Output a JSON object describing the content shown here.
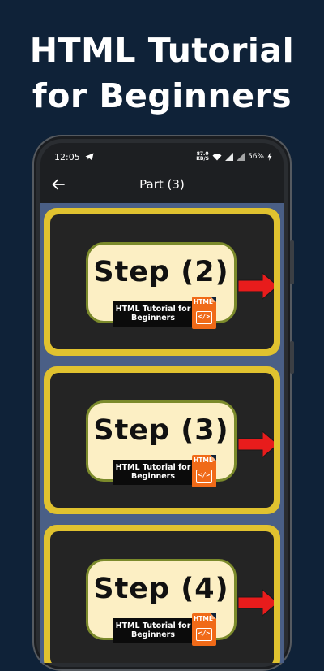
{
  "headline": {
    "line1": "HTML Tutorial",
    "line2": "for Beginners"
  },
  "status_bar": {
    "time": "12:05",
    "net_speed_value": "87.0",
    "net_speed_unit": "KB/S",
    "battery": "56%",
    "icons": [
      "telegram-icon",
      "wifi-icon",
      "signal-icon",
      "battery-icon",
      "charging-icon"
    ]
  },
  "app_bar": {
    "title": "Part (3)",
    "back_icon": "arrow-left-icon"
  },
  "cards": [
    {
      "step_label": "Step (2)",
      "caption": "HTML Tutorial for Beginners",
      "badge": "HTML",
      "code_glyph": "</>"
    },
    {
      "step_label": "Step (3)",
      "caption": "HTML Tutorial for Beginners",
      "badge": "HTML",
      "code_glyph": "</>"
    },
    {
      "step_label": "Step (4)",
      "caption": "HTML Tutorial for Beginners",
      "badge": "HTML",
      "code_glyph": "</>"
    }
  ],
  "colors": {
    "background": "#0f2238",
    "card_frame": "#e0c22f",
    "card_inner": "#242424",
    "bubble": "#fcefc4",
    "content_bg": "#4a5f86",
    "arrow": "#e81c1c",
    "html_badge": "#f06a18"
  }
}
